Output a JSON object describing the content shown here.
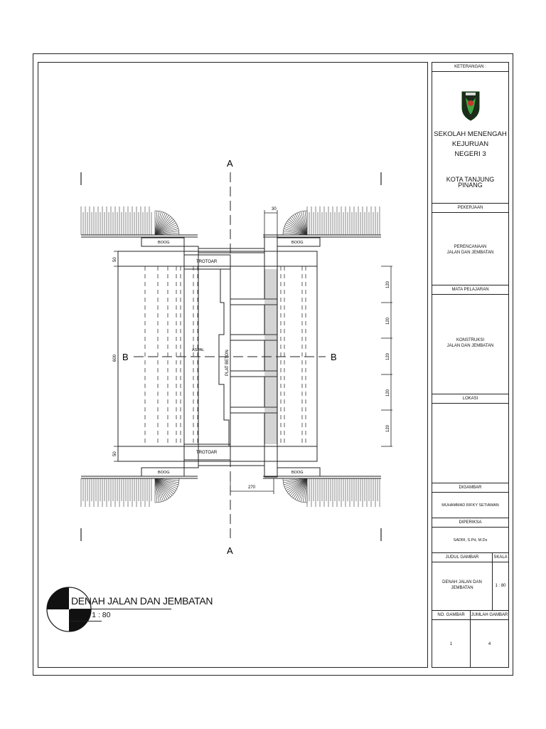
{
  "drawing": {
    "section_a": "A",
    "section_b": "B",
    "labels": {
      "boog": "BOOG",
      "trotoar": "TROTOAR",
      "aspal": "ASPAL",
      "plat_beton": "PLAT BETON"
    },
    "dimensions": {
      "d30": "30",
      "d270": "270",
      "d50": "50",
      "d600": "600",
      "d120": "120"
    },
    "title": "DENAH JALAN DAN JEMBATAN",
    "scale": "Skala 1 : 80"
  },
  "title_block": {
    "keterangan": "KETERANGAN :",
    "school_line1": "SEKOLAH MENENGAH",
    "school_line2": "KEJURUAN",
    "school_line3": "NEGERI 3",
    "city": "KOTA TANJUNG PINANG",
    "pekerjaan_hdr": "PEKERJAAN",
    "pekerjaan_line1": "PERENCANAAN",
    "pekerjaan_line2": "JALAN DAN JEMBATAN",
    "mapel_hdr": "MATA PELAJARAN",
    "mapel_line1": "KONSTRUKSI",
    "mapel_line2": "JALAN DAN JEMBATAN",
    "lokasi_hdr": "LOKASI",
    "digambar_hdr": "DIGAMBAR",
    "digambar": "MUHAMMAD RIFKY SETIAWAN",
    "diperiksa_hdr": "DIPERIKSA",
    "diperiksa": "SADRI, S.Pd, M.Ds",
    "judul_hdr": "JUDUL GAMBAR",
    "skala_hdr": "SKALA",
    "judul_line1": "DENAH JALAN DAN",
    "judul_line2": "JEMBATAN",
    "skala": "1 : 80",
    "no_hdr": "NO. GAMBAR",
    "jumlah_hdr": "JUMLAH GAMBAR",
    "no": "1",
    "jumlah": "4"
  }
}
